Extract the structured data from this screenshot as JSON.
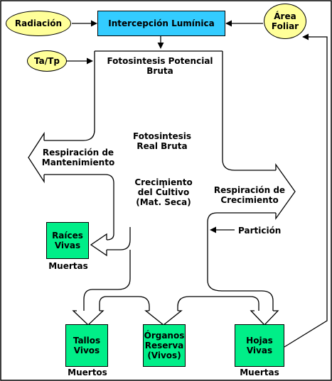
{
  "inputs": {
    "radiacion": "Radiación",
    "area_foliar": "Área\nFoliar",
    "ta_tp": "Ta/Tp"
  },
  "processes": {
    "intercepcion": "Intercepción Lumínica",
    "fotosintesis_potencial": "Fotosintesis Potencial\nBruta",
    "fotosintesis_real": "Fotosintesis\nReal Bruta",
    "respiracion_mantenimiento": "Respiración de\nMantenimiento",
    "respiracion_crecimiento": "Respiración de\nCrecimiento",
    "crecimiento": "Crecimiento\ndel Cultivo\n(Mat. Seca)",
    "particion": "Partición"
  },
  "organs": {
    "raices": "Raíces\nVivas",
    "raices_muertas": "Muertas",
    "tallos": "Tallos\nVivos",
    "tallos_muertos": "Muertos",
    "organos_reserva": "Órganos\nReserva\n(Vivos)",
    "hojas": "Hojas\nVivas",
    "hojas_muertas": "Muertas"
  },
  "colors": {
    "input_fill": "#ffff99",
    "process_fill": "#33ccff",
    "organ_fill": "#00ee88"
  }
}
